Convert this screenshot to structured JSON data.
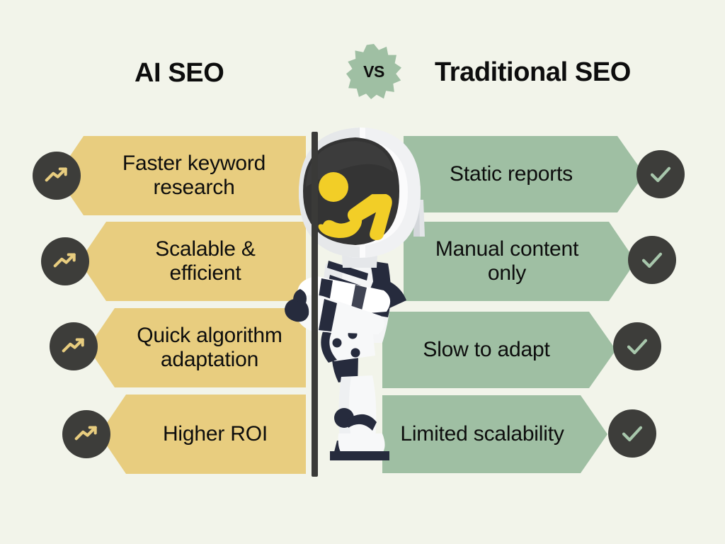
{
  "page": {
    "background_color": "#f2f4ea",
    "text_color": "#0d0d0d"
  },
  "headings": {
    "left": "AI SEO",
    "right": "Traditional SEO"
  },
  "vs_badge": {
    "label": "VS",
    "shape": "starburst-12-point",
    "fill_color": "#9fbfa3"
  },
  "divider": {
    "color": "#3a3a38"
  },
  "columns": {
    "left": {
      "title": "AI SEO",
      "chip_color": "#e8cd7f",
      "badge_circle_color": "#3d3d3a",
      "badge_icon_color": "#e8cd7f",
      "badge_icon": "trending-up-icon",
      "items": [
        {
          "label": "Faster keyword research"
        },
        {
          "label": "Scalable & efficient"
        },
        {
          "label": "Quick algorithm adaptation"
        },
        {
          "label": "Higher ROI"
        }
      ]
    },
    "right": {
      "title": "Traditional SEO",
      "chip_color": "#9fbfa3",
      "badge_circle_color": "#3d3d3a",
      "badge_icon_color": "#a8c7ac",
      "badge_icon": "check-icon",
      "items": [
        {
          "label": "Static reports"
        },
        {
          "label": "Manual content only"
        },
        {
          "label": "Slow to adapt"
        },
        {
          "label": "Limited scalability"
        }
      ]
    }
  },
  "mascot": {
    "name": "astronaut-robot",
    "helmet_color": "#f4f4f4",
    "visor_color": "#343434",
    "face_accent_color": "#f2ce27",
    "joint_color": "#262b3d",
    "body_color": "#ffffff",
    "expression": "winking-smile"
  }
}
